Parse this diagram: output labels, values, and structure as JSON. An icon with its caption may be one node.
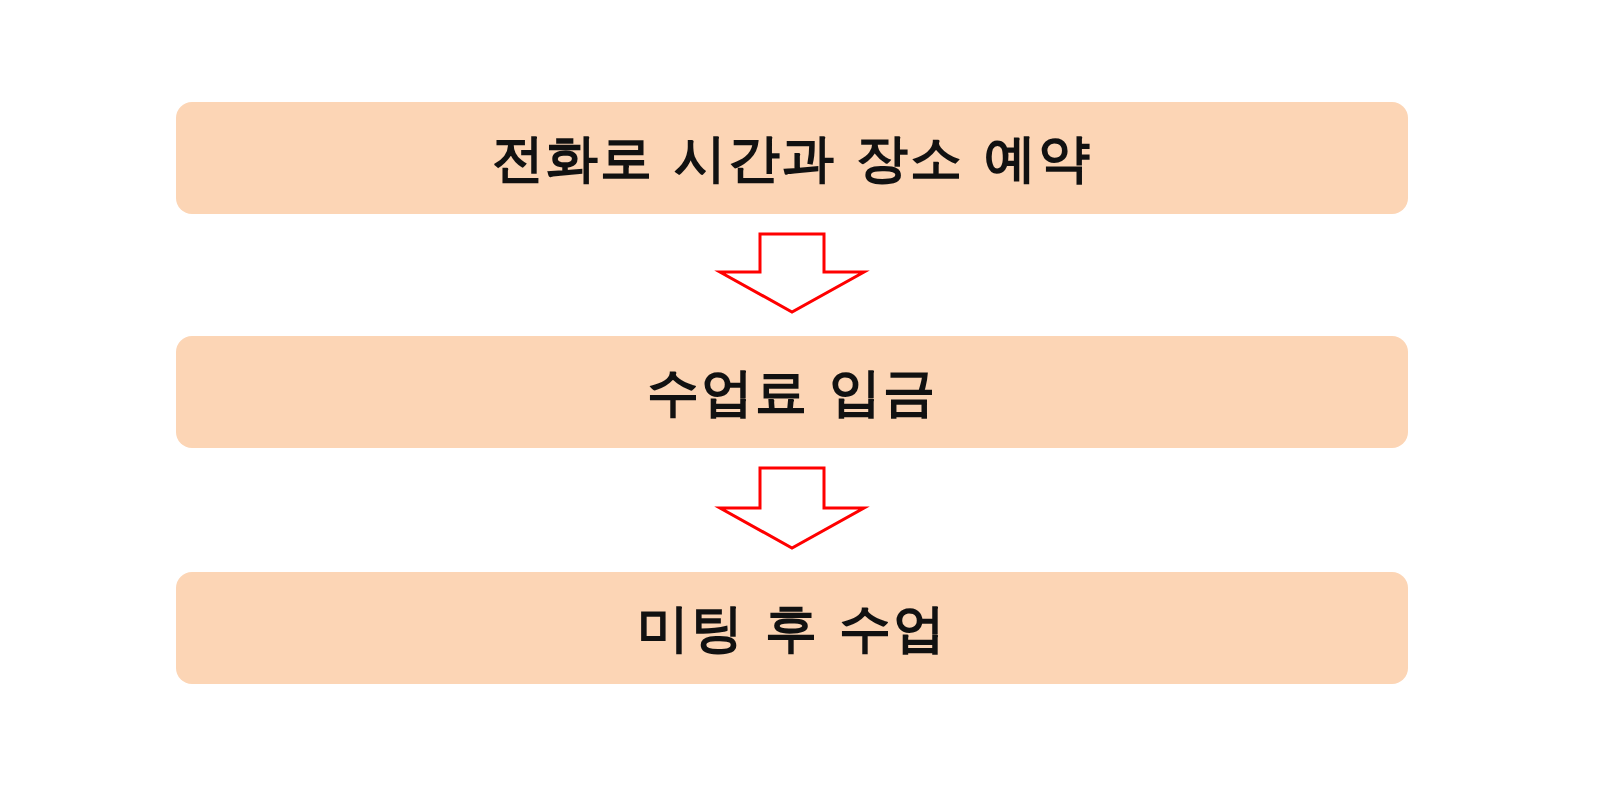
{
  "diagram": {
    "nodes": [
      {
        "text": [
          "전화로 시간과 장소 예약"
        ]
      },
      {
        "text": [
          "수업료 입금"
        ]
      },
      {
        "text": [
          "미팅 후 수업"
        ]
      }
    ],
    "edges": [
      {
        "from": 0,
        "to": 1,
        "arrow": "to",
        "color": "#ff0000"
      },
      {
        "from": 1,
        "to": 2,
        "arrow": "to",
        "color": "#ff0000"
      }
    ]
  }
}
